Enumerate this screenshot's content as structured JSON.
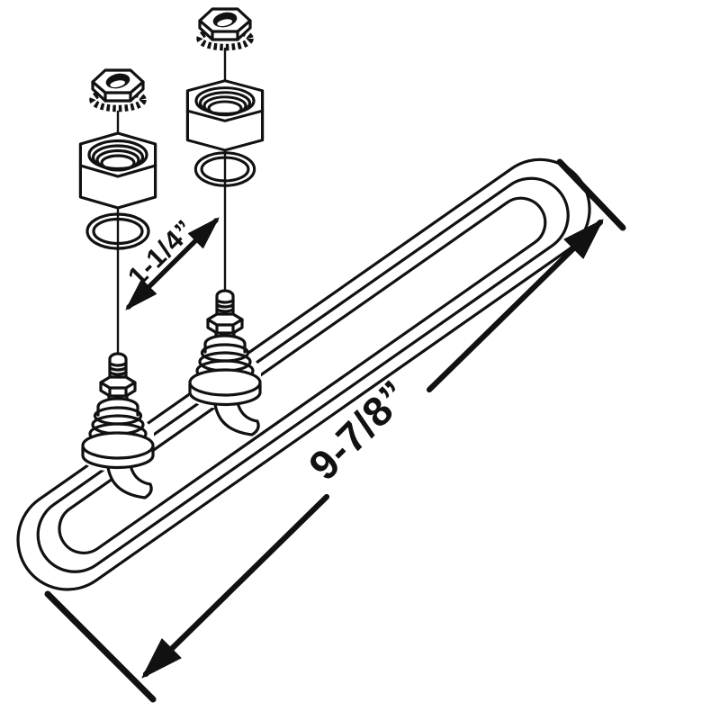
{
  "page": {
    "background": "#ffffff",
    "ink_color": "#111111",
    "kind": "exploded-parts-line-drawing"
  },
  "dimensions": {
    "post_spacing": {
      "label": "1-1/4”"
    },
    "element_length": {
      "label": "9-7/8”"
    }
  },
  "parts": [
    {
      "id": "keps-lock-nut",
      "count": 2
    },
    {
      "id": "hex-jam-nut",
      "count": 2
    },
    {
      "id": "o-ring",
      "count": 2
    },
    {
      "id": "terminal-post",
      "count": 2
    },
    {
      "id": "tubular-heating-element",
      "count": 1
    }
  ]
}
